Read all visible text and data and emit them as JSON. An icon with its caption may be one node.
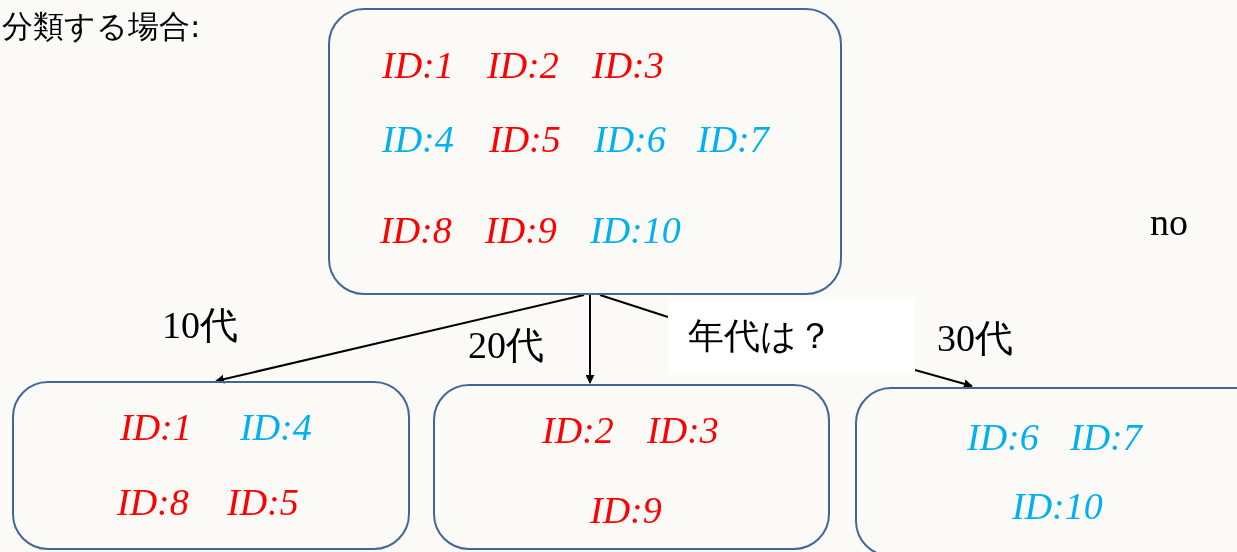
{
  "diagram": {
    "nodes": [
      {
        "text": [
          "ID:1",
          "ID:2",
          "ID:3",
          "ID:4",
          "ID:5",
          "ID:6",
          "ID:7",
          "ID:8",
          "ID:9",
          "ID:10"
        ]
      },
      {
        "text": [
          "ID:1",
          "ID:4",
          "ID:8",
          "ID:5"
        ]
      },
      {
        "text": [
          "ID:2",
          "ID:3",
          "ID:9"
        ]
      },
      {
        "text": [
          "ID:6",
          "ID:7",
          "ID:10"
        ]
      },
      {
        "text": [
          "年代は？"
        ]
      }
    ],
    "edges": [
      {
        "from": 0,
        "to": 1,
        "arrow": "to",
        "label": "10代"
      },
      {
        "from": 0,
        "to": 2,
        "arrow": "to",
        "label": "20代"
      },
      {
        "from": 0,
        "to": 4,
        "arrow": "none"
      },
      {
        "from": 4,
        "to": 3,
        "arrow": "to",
        "label": "30代"
      }
    ],
    "labels": [
      "分類する場合:",
      "no"
    ]
  }
}
